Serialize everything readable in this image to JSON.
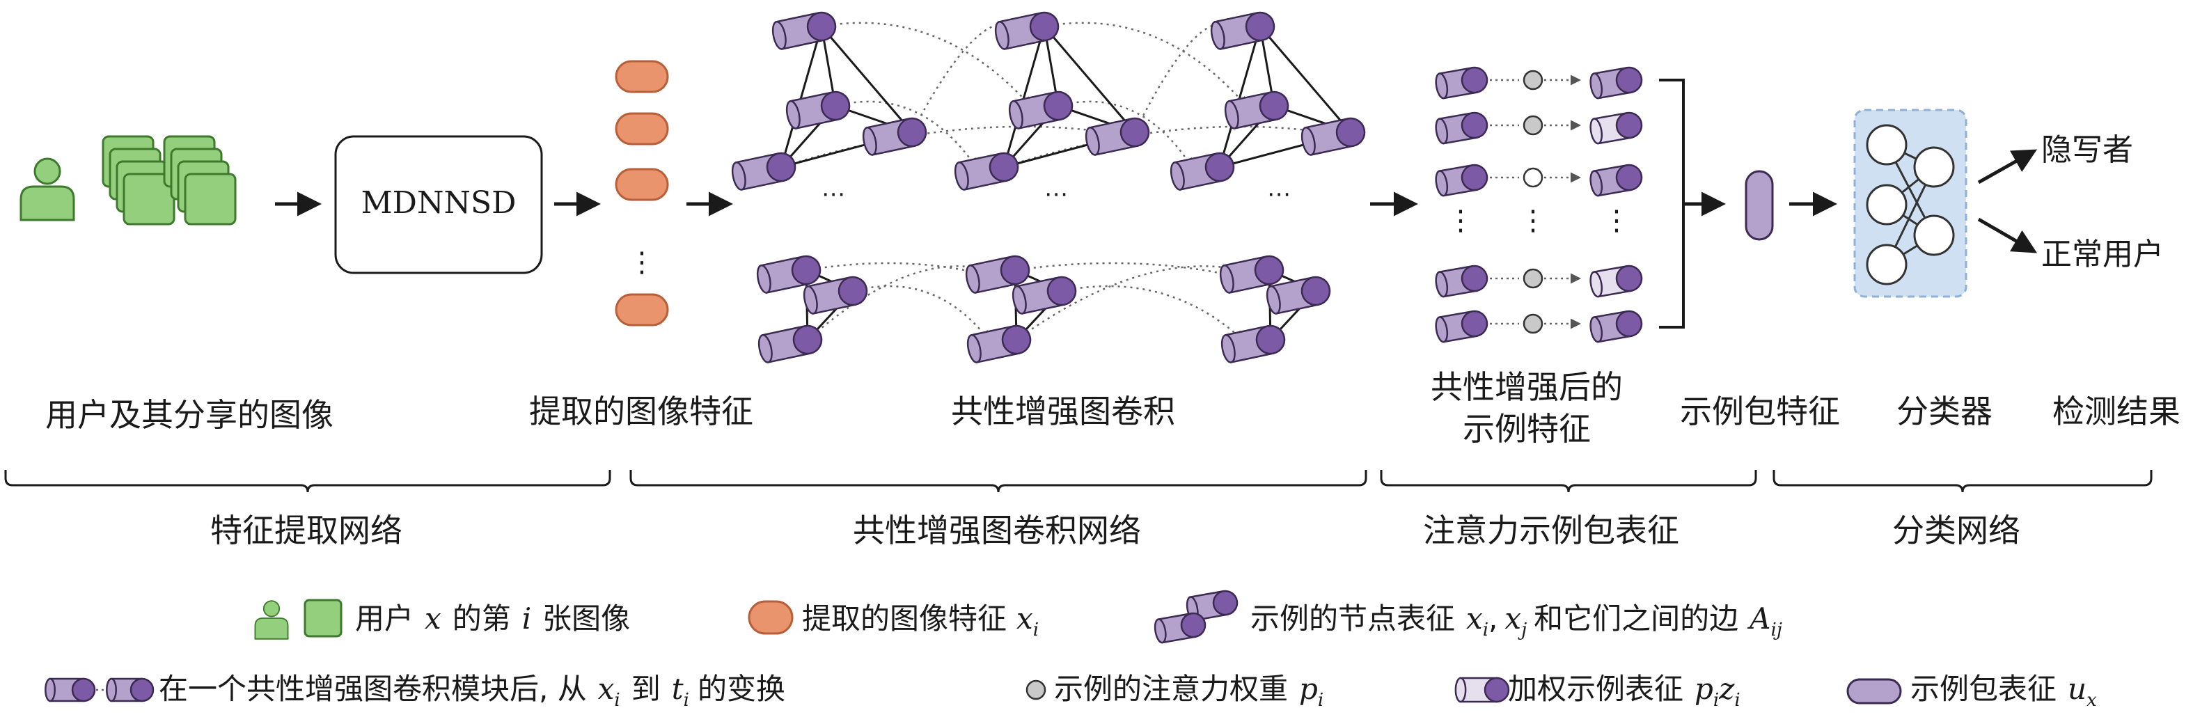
{
  "colors": {
    "green_fill": "#93cf7c",
    "green_stroke": "#3e7a2c",
    "orange_fill": "#ea946e",
    "orange_stroke": "#b75f39",
    "purple_body": "#b4a2cc",
    "purple_cap": "#7c5aa6",
    "purple_stroke": "#3b2a52",
    "weighted_body": "#e6e0ee",
    "gray_node": "#c9c9c9",
    "classifier_bg": "#cfe0f3",
    "classifier_border": "#8fb1d9"
  },
  "icons": [
    "user-icon",
    "image-stack-icon",
    "cylinder-node-icon",
    "neural-net-icon"
  ],
  "labels": {
    "mdnnsd": "MDNNSD",
    "user_images": "用户及其分享的图像",
    "extracted_features": "提取的图像特征",
    "cegc": "共性增强图卷积",
    "enhanced_line1": "共性增强后的",
    "enhanced_line2": "示例特征",
    "bag_feature": "示例包特征",
    "classifier": "分类器",
    "detection_result": "检测结果",
    "output_steganographer": "隐写者",
    "output_normal": "正常用户",
    "ellipsis_v": "⋮",
    "ellipsis_h": "⋯"
  },
  "sections": {
    "feature_extraction_net": "特征提取网络",
    "cegc_net": "共性增强图卷积网络",
    "attention_bag": "注意力示例包表征",
    "classification_net": "分类网络"
  },
  "legend": {
    "l1_text": "用户",
    "l1_var": "x",
    "l1_text2": "的第",
    "l1_var2": "i",
    "l1_text3": "张图像",
    "l2_text": "提取的图像特征",
    "l2_var": "x",
    "l2_sub": "i",
    "l3_text": "示例的节点表征",
    "l3_var1": "x",
    "l3_sub1": "i",
    "l3_sep": ",",
    "l3_var2": "x",
    "l3_sub2": "j",
    "l3_text2": "和它们之间的边",
    "l3_var3": "A",
    "l3_sub3": "ij",
    "l4_text": "在一个共性增强图卷积模块后, 从",
    "l4_var1": "x",
    "l4_sub1": "i",
    "l4_text2": "到",
    "l4_var2": "t",
    "l4_sub2": "i",
    "l4_text3": "的变换",
    "l5_text": "示例的注意力权重",
    "l5_var": "p",
    "l5_sub": "i",
    "l6_text": "加权示例表征",
    "l6_var1": "p",
    "l6_sub1": "i",
    "l6_var2": "z",
    "l6_sub2": "i",
    "l7_text": "示例包表征",
    "l7_var": "u",
    "l7_sub": "x"
  }
}
